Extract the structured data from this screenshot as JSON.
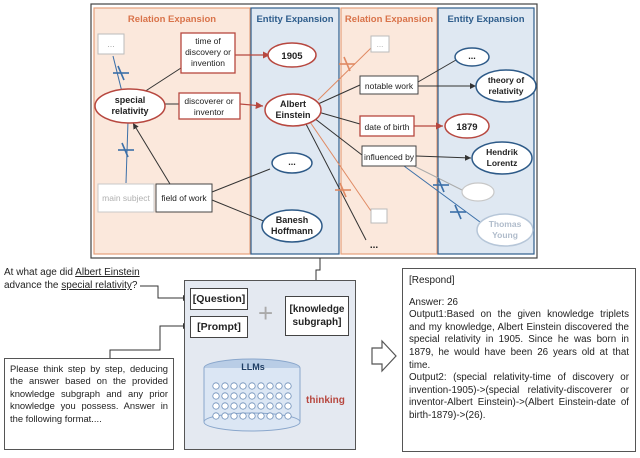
{
  "panels": {
    "relation_expansion_1": "Relation Expansion",
    "entity_expansion_1": "Entity Expansion",
    "relation_expansion_2": "Relation Expansion",
    "entity_expansion_2": "Entity Expansion"
  },
  "nodes": {
    "special_relativity": [
      "special",
      "relativity"
    ],
    "albert_einstein": [
      "Albert",
      "Einstein"
    ],
    "year_1905": "1905",
    "year_1879": "1879",
    "theory_of_relativity": [
      "theory of",
      "relativity"
    ],
    "hendrik_lorentz": [
      "Hendrik",
      "Lorentz"
    ],
    "thomas_young": [
      "Thomas",
      "Young"
    ],
    "banesh_hoffmann": [
      "Banesh",
      "Hoffmann"
    ],
    "ellipsis": "...",
    "main_subject": "main subject",
    "field_of_work": "field of work"
  },
  "relations": {
    "time_of_discovery": [
      "time of",
      "discovery or",
      "invention"
    ],
    "discoverer_or_inventor": [
      "discoverer or",
      "inventor"
    ],
    "notable_work": "notable work",
    "date_of_birth": "date of birth",
    "influenced_by": "influenced by"
  },
  "question": {
    "prefix": "At what age did ",
    "entity": "Albert Einstein",
    "middle": " advance the ",
    "topic": "special relativity",
    "suffix": "?"
  },
  "prompt_text": "Please think step by step, deducing the answer based on the provided knowledge subgraph and any prior knowledge you possess. Answer in the following format....",
  "middle": {
    "question_label": "[Question]",
    "prompt_label": "[Prompt]",
    "subgraph_label": "[knowledge subgraph]",
    "plus": "+",
    "llms_label": "LLMs",
    "thinking_label": "thinking"
  },
  "respond": {
    "title": "[Respond]",
    "answer": "Answer: 26",
    "output1": "Output1:Based on the given knowledge triplets and my knowledge, Albert Einstein discovered the special relativity in 1905. Since he was born in 1879, he would have been 26 years old at that time.",
    "output2": "Output2: (special relativity-time of discovery or invention-1905)->(special relativity-discoverer or inventor-Albert Einstein)->(Albert Einstein-date of birth-1879)->(26)."
  },
  "colors": {
    "relation_panel_bg": "#fbe8dc",
    "entity_panel_bg": "#dfe8f2",
    "relation_accent": "#d9734a",
    "entity_accent": "#2e5d8c",
    "node_red": "#b7473f",
    "node_blue": "#2d5a88",
    "grey": "#b8b8b8"
  }
}
